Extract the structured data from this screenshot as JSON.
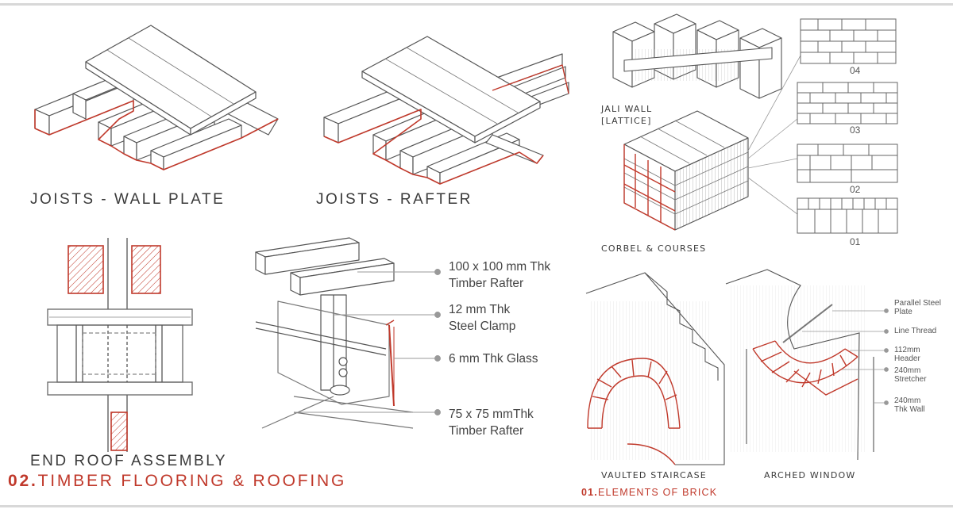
{
  "labels": {
    "joists_wall_plate": "JOISTS - WALL PLATE",
    "joists_rafter": "JOISTS - RAFTER",
    "end_roof_assembly": "END ROOF ASSEMBLY",
    "jali_wall_line1": "JALI WALL",
    "jali_wall_line2": "[LATTICE]",
    "corbel_courses": "CORBEL & COURSES",
    "vaulted_staircase": "VAULTED STAIRCASE",
    "arched_window": "ARCHED WINDOW"
  },
  "course_numbers": [
    "04",
    "03",
    "02",
    "01"
  ],
  "roof_callouts": [
    {
      "line1": "100 x 100 mm Thk",
      "line2": "Timber Rafter"
    },
    {
      "line1": "12 mm Thk",
      "line2": "Steel Clamp"
    },
    {
      "line1": "6 mm Thk Glass",
      "line2": ""
    },
    {
      "line1": "75 x 75 mmThk",
      "line2": "Timber Rafter"
    }
  ],
  "window_callouts": [
    {
      "line1": "Parallel Steel",
      "line2": "Plate"
    },
    {
      "line1": "Line Thread",
      "line2": ""
    },
    {
      "line1": "112mm",
      "line2": "Header"
    },
    {
      "line1": "240mm",
      "line2": "Stretcher"
    },
    {
      "line1": "240mm",
      "line2": "Thk Wall"
    }
  ],
  "section_titles": {
    "timber": {
      "number": "02.",
      "text": "TIMBER FLOORING & ROOFING"
    },
    "brick": {
      "number": "01.",
      "text": "ELEMENTS OF BRICK"
    }
  },
  "colors": {
    "accent": "#c0392b",
    "line": "#555555",
    "rule": "#d8d8d8"
  }
}
